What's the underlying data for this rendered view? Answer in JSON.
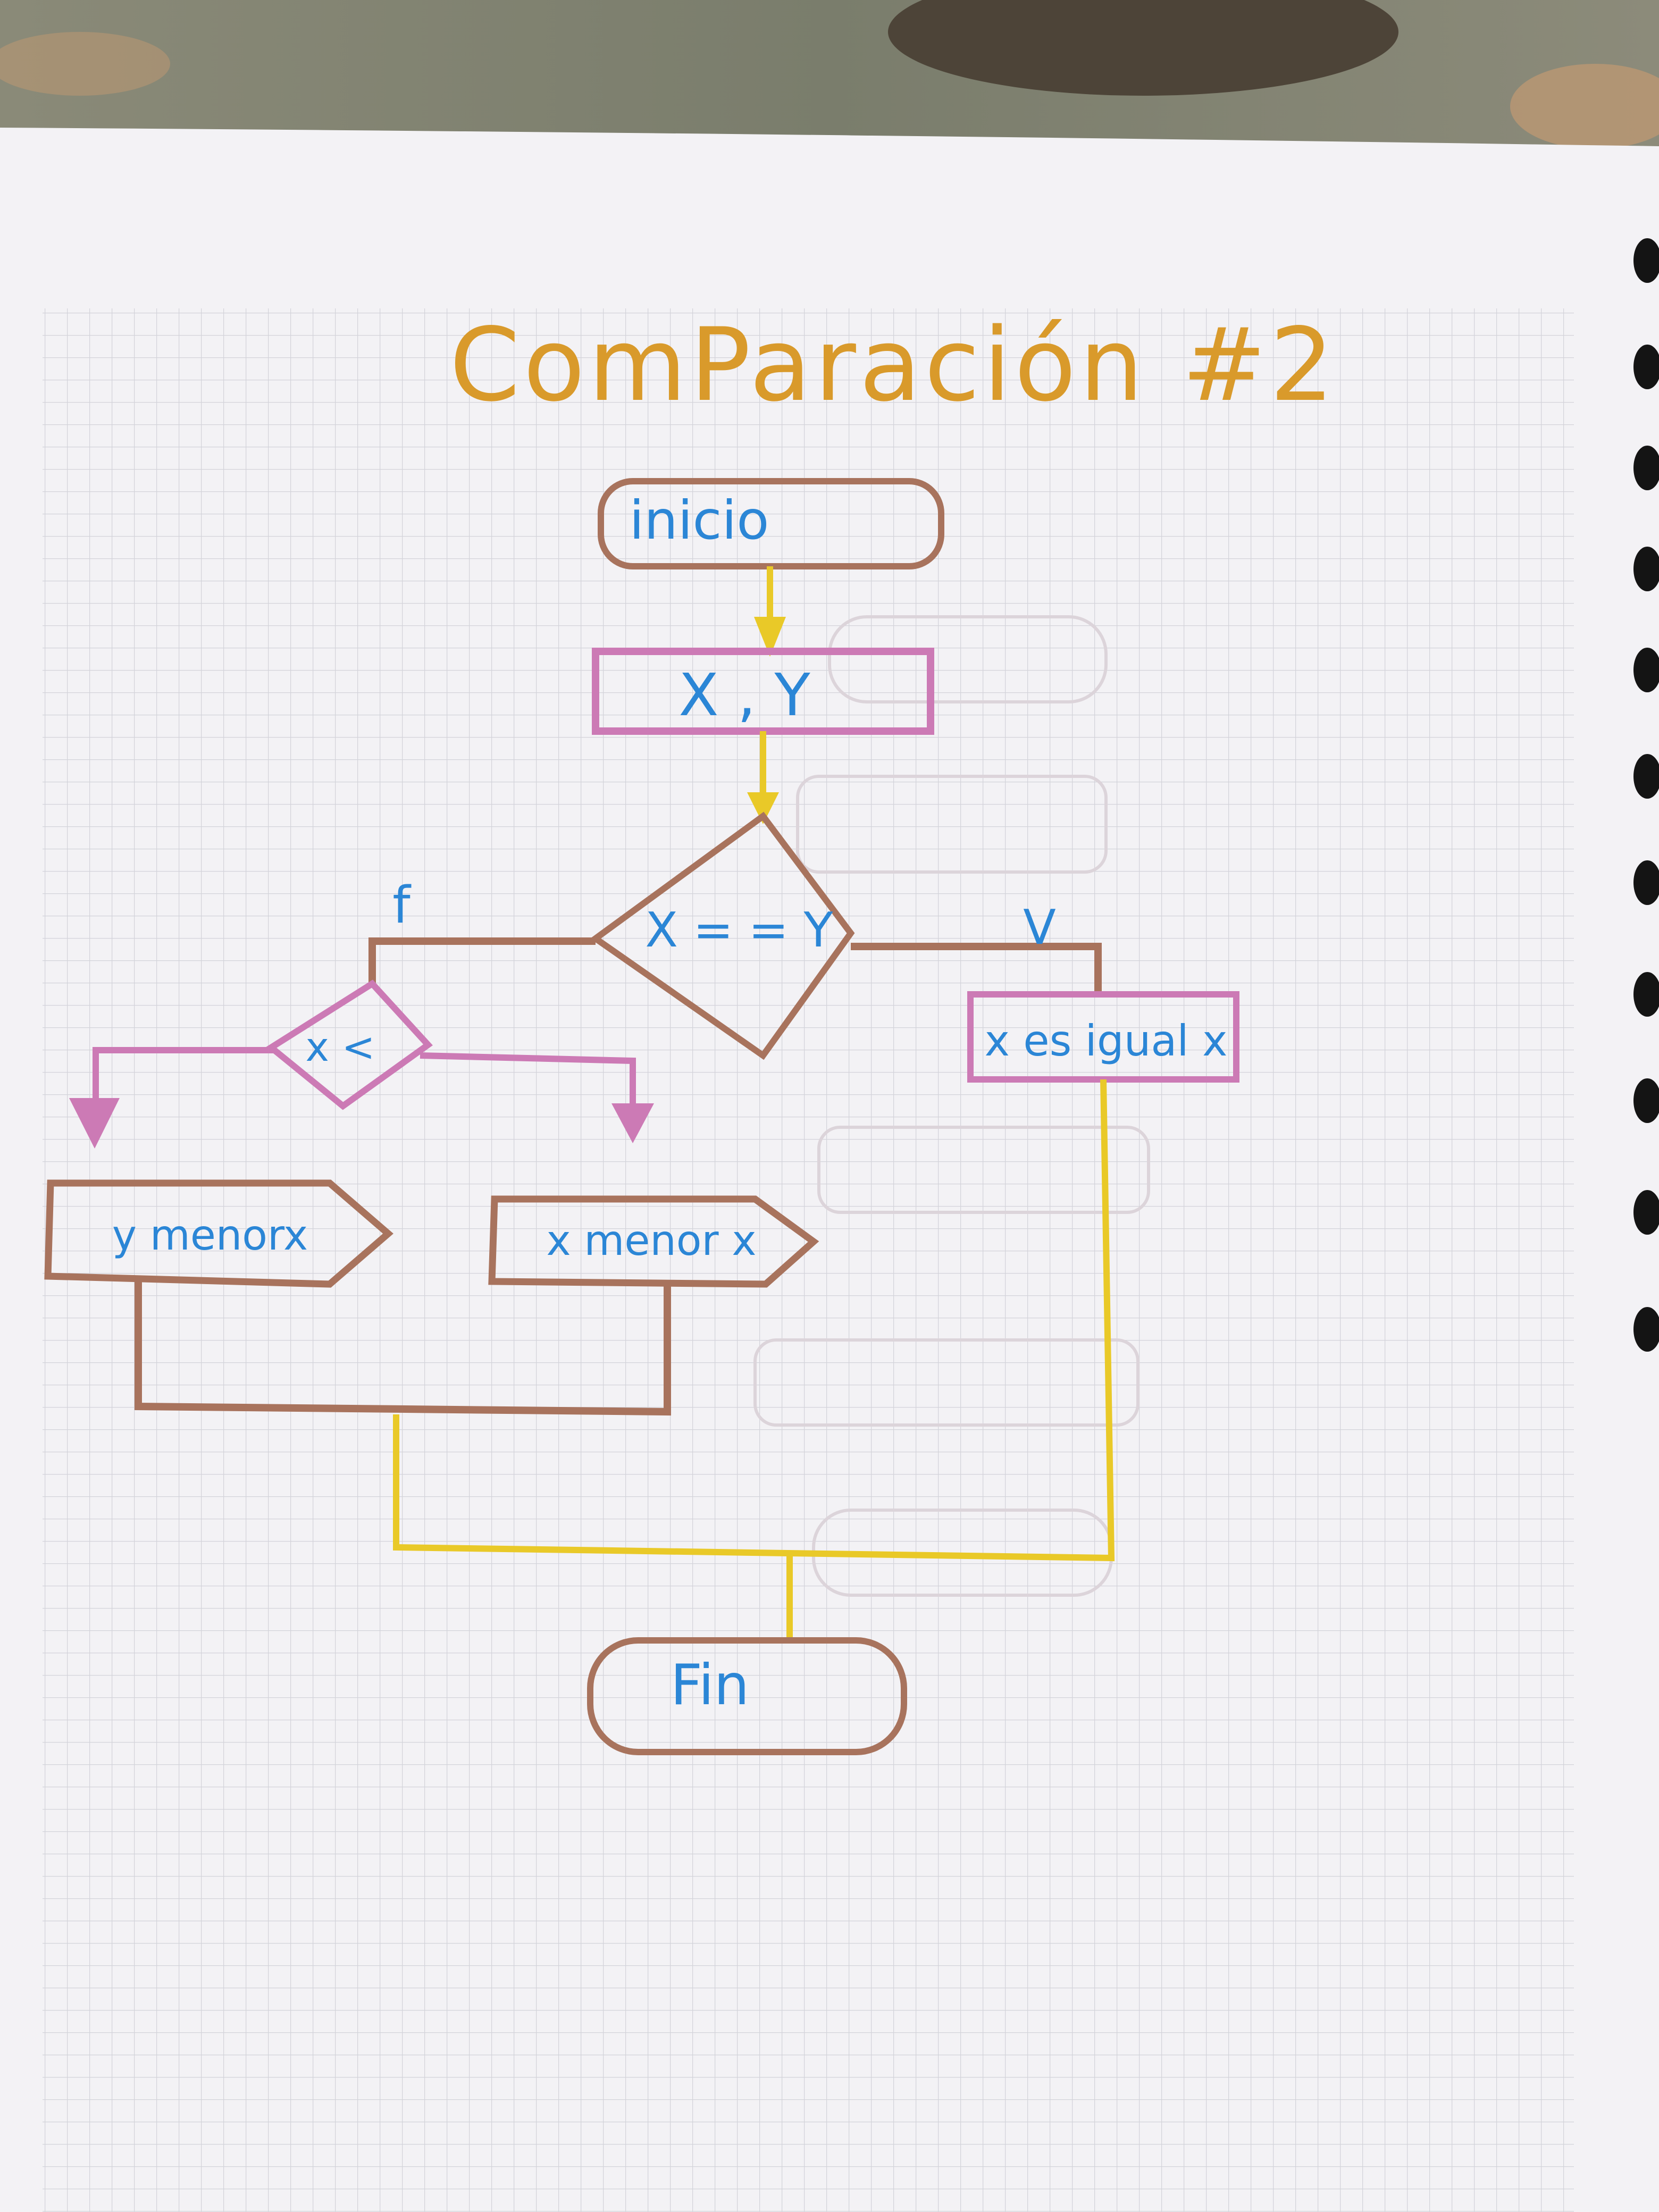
{
  "page": {
    "title": "ComParación #2"
  },
  "flowchart": {
    "start": "inicio",
    "input": "X , Y",
    "decision_main": "X = = Y",
    "branch_false_label": "f",
    "branch_true_label": "V",
    "decision_sub": "x <",
    "output_left": "y menorx",
    "output_middle": "x menor x",
    "output_right": "x es igual x",
    "end": "Fin"
  },
  "colors": {
    "title": "#d99a2b",
    "text": "#2b86d6",
    "brown": "#a8735d",
    "pink": "#cc7ab5",
    "yellow": "#e9c928",
    "grid": "#d6d6dc",
    "paper": "#f3f2f5"
  }
}
